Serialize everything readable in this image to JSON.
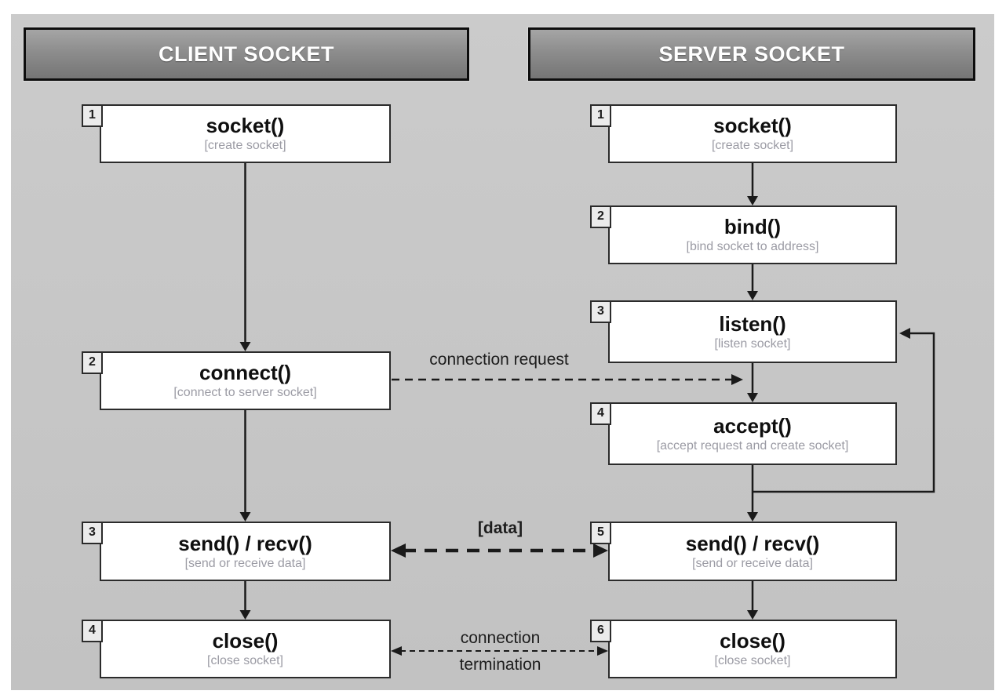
{
  "client": {
    "header": "CLIENT SOCKET",
    "steps": [
      {
        "num": "1",
        "title": "socket()",
        "subtitle": "[create socket]"
      },
      {
        "num": "2",
        "title": "connect()",
        "subtitle": "[connect to server socket]"
      },
      {
        "num": "3",
        "title": "send() / recv()",
        "subtitle": "[send or receive data]"
      },
      {
        "num": "4",
        "title": "close()",
        "subtitle": "[close socket]"
      }
    ]
  },
  "server": {
    "header": "SERVER SOCKET",
    "steps": [
      {
        "num": "1",
        "title": "socket()",
        "subtitle": "[create socket]"
      },
      {
        "num": "2",
        "title": "bind()",
        "subtitle": "[bind socket to address]"
      },
      {
        "num": "3",
        "title": "listen()",
        "subtitle": "[listen socket]"
      },
      {
        "num": "4",
        "title": "accept()",
        "subtitle": "[accept request and create socket]"
      },
      {
        "num": "5",
        "title": "send() / recv()",
        "subtitle": "[send or receive data]"
      },
      {
        "num": "6",
        "title": "close()",
        "subtitle": "[close socket]"
      }
    ]
  },
  "labels": {
    "connection_request": "connection request",
    "data": "[data]",
    "termination_line1": "connection",
    "termination_line2": "termination"
  },
  "colors": {
    "panel_bg": "#c6c6c6",
    "header_bg": "#8d8d8d",
    "header_border": "#0d0d0d",
    "header_text": "#ffffff",
    "box_bg": "#ffffff",
    "box_border": "#2b2b2b",
    "title_text": "#0f0f0f",
    "subtitle_text": "#9b9ba4",
    "arrow": "#1a1a1a"
  }
}
